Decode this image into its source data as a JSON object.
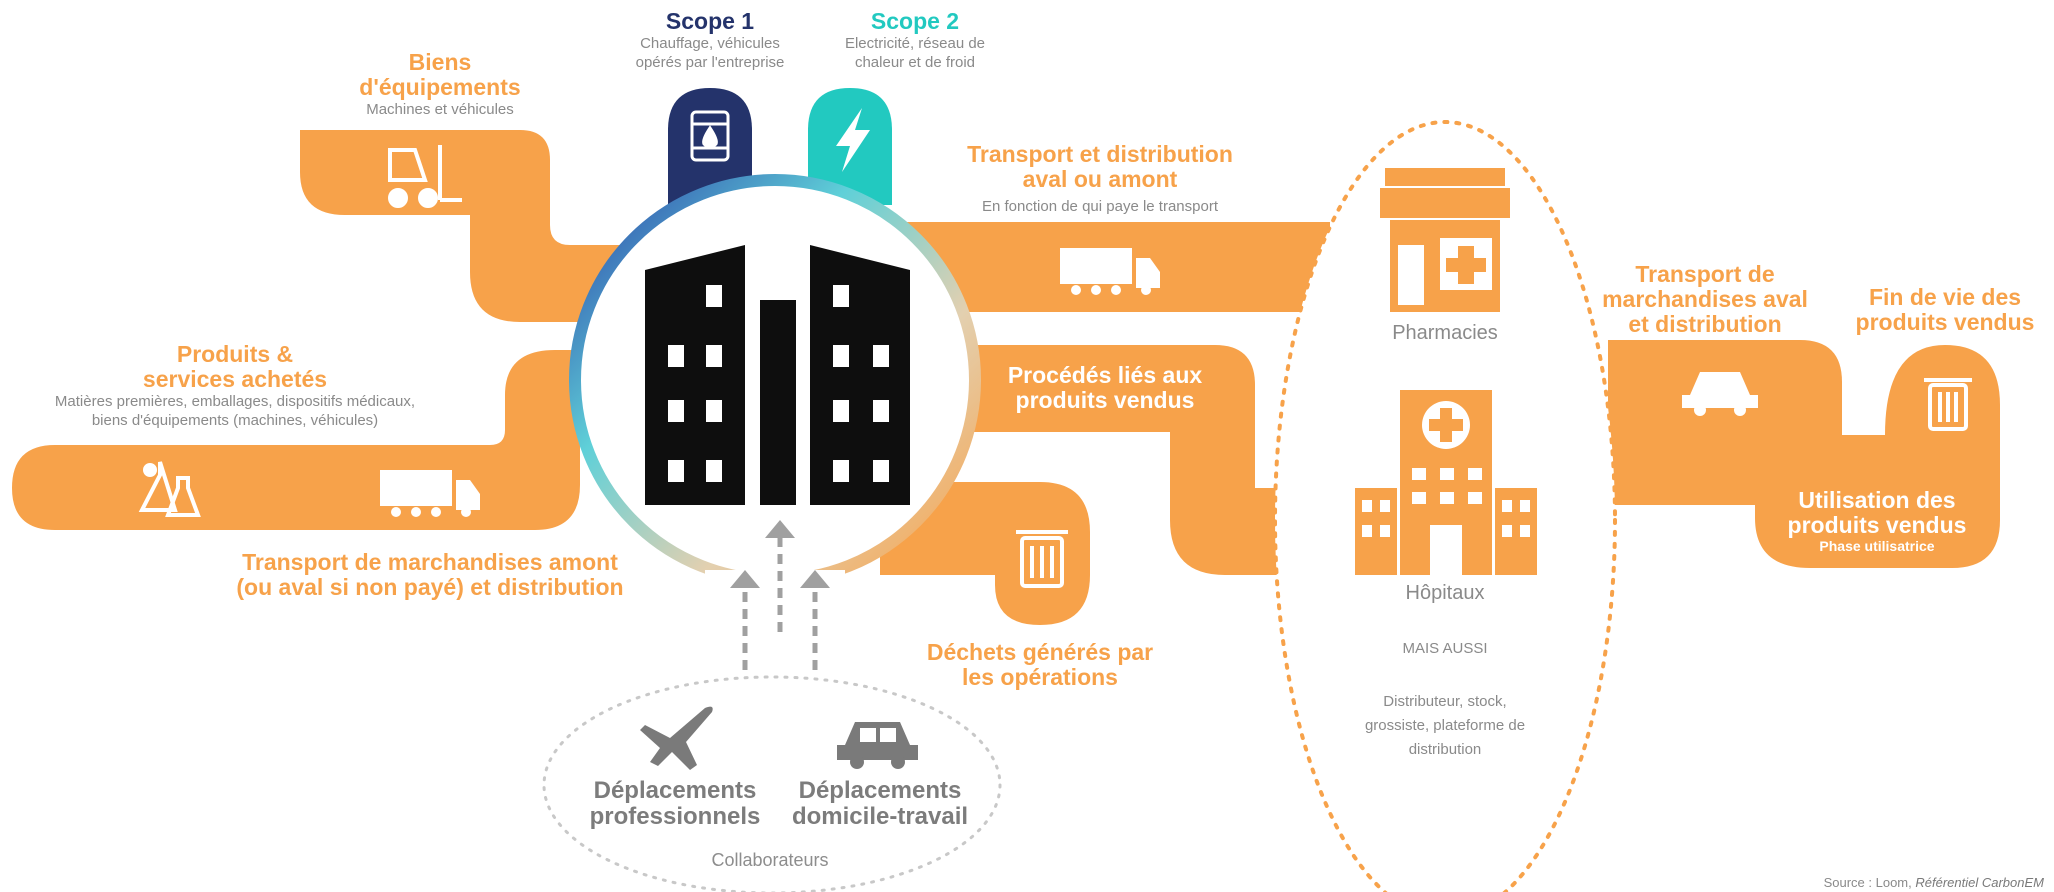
{
  "colors": {
    "orange": "#F7A24A",
    "navy": "#24336B",
    "teal": "#22C9C0",
    "building": "#0E0E0E",
    "grey": "#8A8A8A"
  },
  "scope1": {
    "title": "Scope 1",
    "subtitle_line1": "Chauffage, véhicules",
    "subtitle_line2": "opérés par l'entreprise",
    "icon": "oil-barrel-icon"
  },
  "scope2": {
    "title": "Scope 2",
    "subtitle_line1": "Electricité, réseau de",
    "subtitle_line2": "chaleur et de froid",
    "icon": "lightning-icon"
  },
  "biens": {
    "title_line1": "Biens",
    "title_line2": "d'équipements",
    "subtitle": "Machines et véhicules",
    "icon": "forklift-icon"
  },
  "produits": {
    "title_line1": "Produits &",
    "title_line2": "services achetés",
    "subtitle_line1": "Matières premières, emballages, dispositifs médicaux,",
    "subtitle_line2": "biens d'équipements (machines, véhicules)",
    "icons": [
      "lab-flask-icon",
      "truck-icon"
    ]
  },
  "transport_amont": {
    "title_line1": "Transport de marchandises amont",
    "title_line2": "(ou aval si non payé) et distribution"
  },
  "transport_aval_amont": {
    "title_line1": "Transport et distribution",
    "title_line2": "aval ou amont",
    "subtitle": "En fonction de qui paye le transport",
    "icon": "truck-icon"
  },
  "procedes": {
    "title_line1": "Procédés liés aux",
    "title_line2": "produits vendus"
  },
  "dechets": {
    "title_line1": "Déchets générés par",
    "title_line2": "les opérations",
    "icon": "trash-icon"
  },
  "collaborateurs": {
    "pro_line1": "Déplacements",
    "pro_line2": "professionnels",
    "dom_line1": "Déplacements",
    "dom_line2": "domicile-travail",
    "caption": "Collaborateurs",
    "icons": [
      "airplane-icon",
      "car-icon"
    ]
  },
  "clients": {
    "pharmacies": "Pharmacies",
    "hopitaux": "Hôpitaux",
    "mais_aussi": "MAIS AUSSI",
    "autres_line1": "Distributeur, stock,",
    "autres_line2": "grossiste, plateforme de",
    "autres_line3": "distribution"
  },
  "transport_aval": {
    "title_line1": "Transport de",
    "title_line2": "marchandises aval",
    "title_line3": "et distribution",
    "icon": "car-icon"
  },
  "fin_de_vie": {
    "title_line1": "Fin de vie des",
    "title_line2": "produits vendus",
    "icon": "trash-icon"
  },
  "utilisation": {
    "title_line1": "Utilisation des",
    "title_line2": "produits vendus",
    "subtitle": "Phase utilisatrice"
  },
  "source": {
    "prefix": "Source : Loom,",
    "ref": "Référentiel CarbonEM"
  }
}
